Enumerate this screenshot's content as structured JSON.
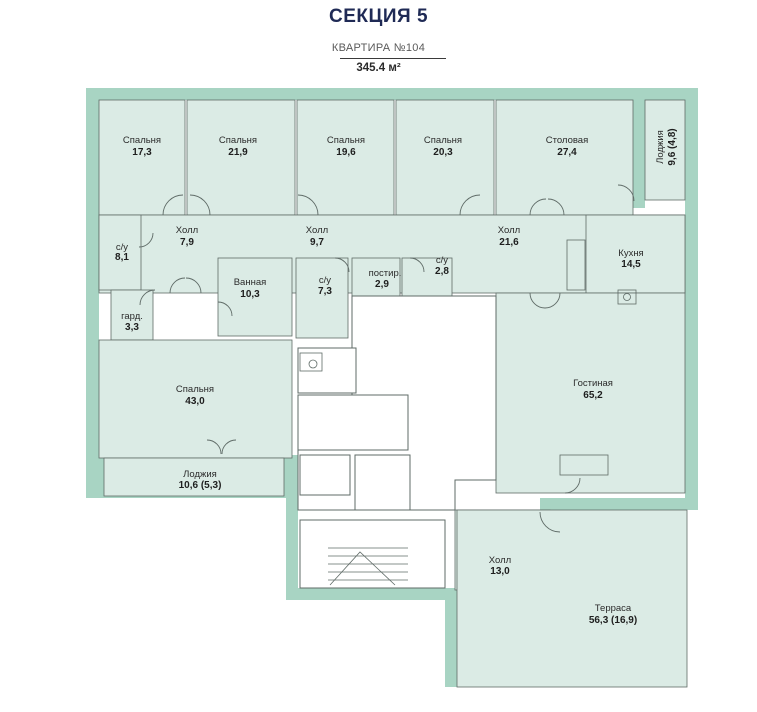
{
  "header": {
    "section_title": "СЕКЦИЯ 5",
    "apartment_label": "КВАРТИРА №104",
    "apartment_area": "345.4 м²"
  },
  "colors": {
    "room_fill": "#dbebe5",
    "wall": "#a8d4c3",
    "common_area": "#ffffff",
    "line": "#5f6b67",
    "title": "#1f2a55"
  },
  "rooms": [
    {
      "id": "bed1",
      "name": "Спальня",
      "area": "17,3"
    },
    {
      "id": "bed2",
      "name": "Спальня",
      "area": "21,9"
    },
    {
      "id": "bed3",
      "name": "Спальня",
      "area": "19,6"
    },
    {
      "id": "bed4",
      "name": "Спальня",
      "area": "20,3"
    },
    {
      "id": "dining",
      "name": "Столовая",
      "area": "27,4"
    },
    {
      "id": "loggia_ne",
      "name": "Лоджия",
      "area": "9,6 (4,8)"
    },
    {
      "id": "hall1",
      "name": "Холл",
      "area": "7,9"
    },
    {
      "id": "hall2",
      "name": "Холл",
      "area": "9,7"
    },
    {
      "id": "hall3",
      "name": "Холл",
      "area": "21,6"
    },
    {
      "id": "wc1",
      "name": "с/у",
      "area": "8,1"
    },
    {
      "id": "kitchen",
      "name": "Кухня",
      "area": "14,5"
    },
    {
      "id": "bath",
      "name": "Ванная",
      "area": "10,3"
    },
    {
      "id": "wc2",
      "name": "с/у",
      "area": "7,3"
    },
    {
      "id": "storage",
      "name": "постир.",
      "area": "2,9"
    },
    {
      "id": "wc3",
      "name": "с/у",
      "area": "2,8"
    },
    {
      "id": "wardrobe",
      "name": "гард.",
      "area": "3,3"
    },
    {
      "id": "bed_master",
      "name": "Спальня",
      "area": "43,0"
    },
    {
      "id": "living",
      "name": "Гостиная",
      "area": "65,2"
    },
    {
      "id": "loggia_s",
      "name": "Лоджия",
      "area": "10,6 (5,3)"
    },
    {
      "id": "hall4",
      "name": "Холл",
      "area": "13,0"
    },
    {
      "id": "terrace",
      "name": "Терраса",
      "area": "56,3 (16,9)"
    }
  ]
}
